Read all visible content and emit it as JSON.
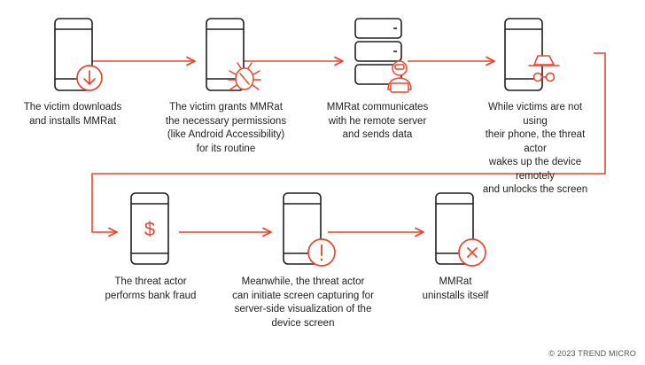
{
  "colors": {
    "accent": "#e8472f",
    "ink": "#1f1f1f",
    "text": "#222222"
  },
  "steps": [
    {
      "id": 1,
      "caption": "The victim downloads\nand installs MMRat",
      "icon": "download-arrow-icon"
    },
    {
      "id": 2,
      "caption": "The victim grants MMRat\nthe necessary permissions\n(like Android Accessibility)\nfor its routine",
      "icon": "malware-bug-icon"
    },
    {
      "id": 3,
      "caption": "MMRat communicates\nwith  he remote server\nand sends data",
      "icon": "server-with-hacker-icon"
    },
    {
      "id": 4,
      "caption": "While victims are not using\ntheir phone, the threat actor\nwakes up the device remotely\nand unlocks the screen",
      "icon": "threat-actor-spy-icon"
    },
    {
      "id": 5,
      "caption": "The threat actor\nperforms bank fraud",
      "icon": "dollar-sign-icon"
    },
    {
      "id": 6,
      "caption": "Meanwhile, the threat actor\ncan initiate screen capturing for\nserver-side visualization of the\ndevice screen",
      "icon": "exclamation-alert-icon"
    },
    {
      "id": 7,
      "caption": "MMRat\nuninstalls itself",
      "icon": "x-mark-circle-icon"
    }
  ],
  "copyright": "© 2023 TREND MICRO"
}
